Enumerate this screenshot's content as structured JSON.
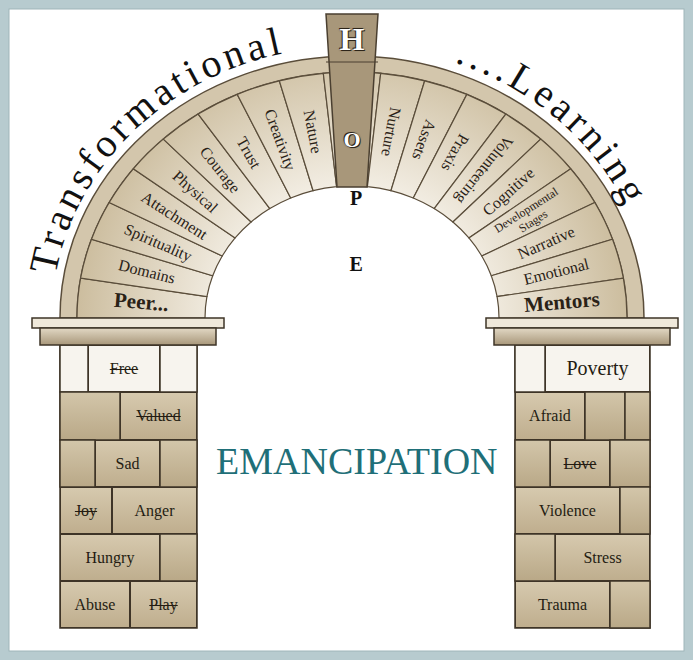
{
  "diagram": {
    "nodes": [
      {
        "text": [
          "Peer..."
        ]
      },
      {
        "text": [
          "Domains"
        ]
      },
      {
        "text": [
          "Spirituality"
        ]
      },
      {
        "text": [
          "Attachment"
        ]
      },
      {
        "text": [
          "Physical"
        ]
      },
      {
        "text": [
          "Courage"
        ]
      },
      {
        "text": [
          "Trust"
        ]
      },
      {
        "text": [
          "Creativity"
        ]
      },
      {
        "text": [
          "Nature"
        ]
      },
      {
        "text": [
          "H"
        ]
      },
      {
        "text": [
          "Nurture"
        ]
      },
      {
        "text": [
          "Assets"
        ]
      },
      {
        "text": [
          "Praxis"
        ]
      },
      {
        "text": [
          "Volunteering"
        ]
      },
      {
        "text": [
          "Cognitive"
        ]
      },
      {
        "text": [
          "Developmental Stages"
        ]
      },
      {
        "text": [
          "Narrative"
        ]
      },
      {
        "text": [
          "Emotional"
        ]
      },
      {
        "text": [
          "Mentors"
        ]
      },
      {
        "text": [
          "Free"
        ]
      },
      {
        "text": [
          "Valued"
        ]
      },
      {
        "text": [
          "Sad"
        ]
      },
      {
        "text": [
          "Joy"
        ]
      },
      {
        "text": [
          "Anger"
        ]
      },
      {
        "text": [
          "Hungry"
        ]
      },
      {
        "text": [
          "Abuse"
        ]
      },
      {
        "text": [
          "Play"
        ]
      },
      {
        "text": [
          "Poverty"
        ]
      },
      {
        "text": [
          "Afraid"
        ]
      },
      {
        "text": [
          "Love"
        ]
      },
      {
        "text": [
          "Violence"
        ]
      },
      {
        "text": [
          "Stress"
        ]
      },
      {
        "text": [
          "Trauma"
        ]
      }
    ],
    "labels": [
      "Transformational",
      "....Learning",
      "O",
      "P",
      "E",
      "EMANCIPATION"
    ]
  }
}
